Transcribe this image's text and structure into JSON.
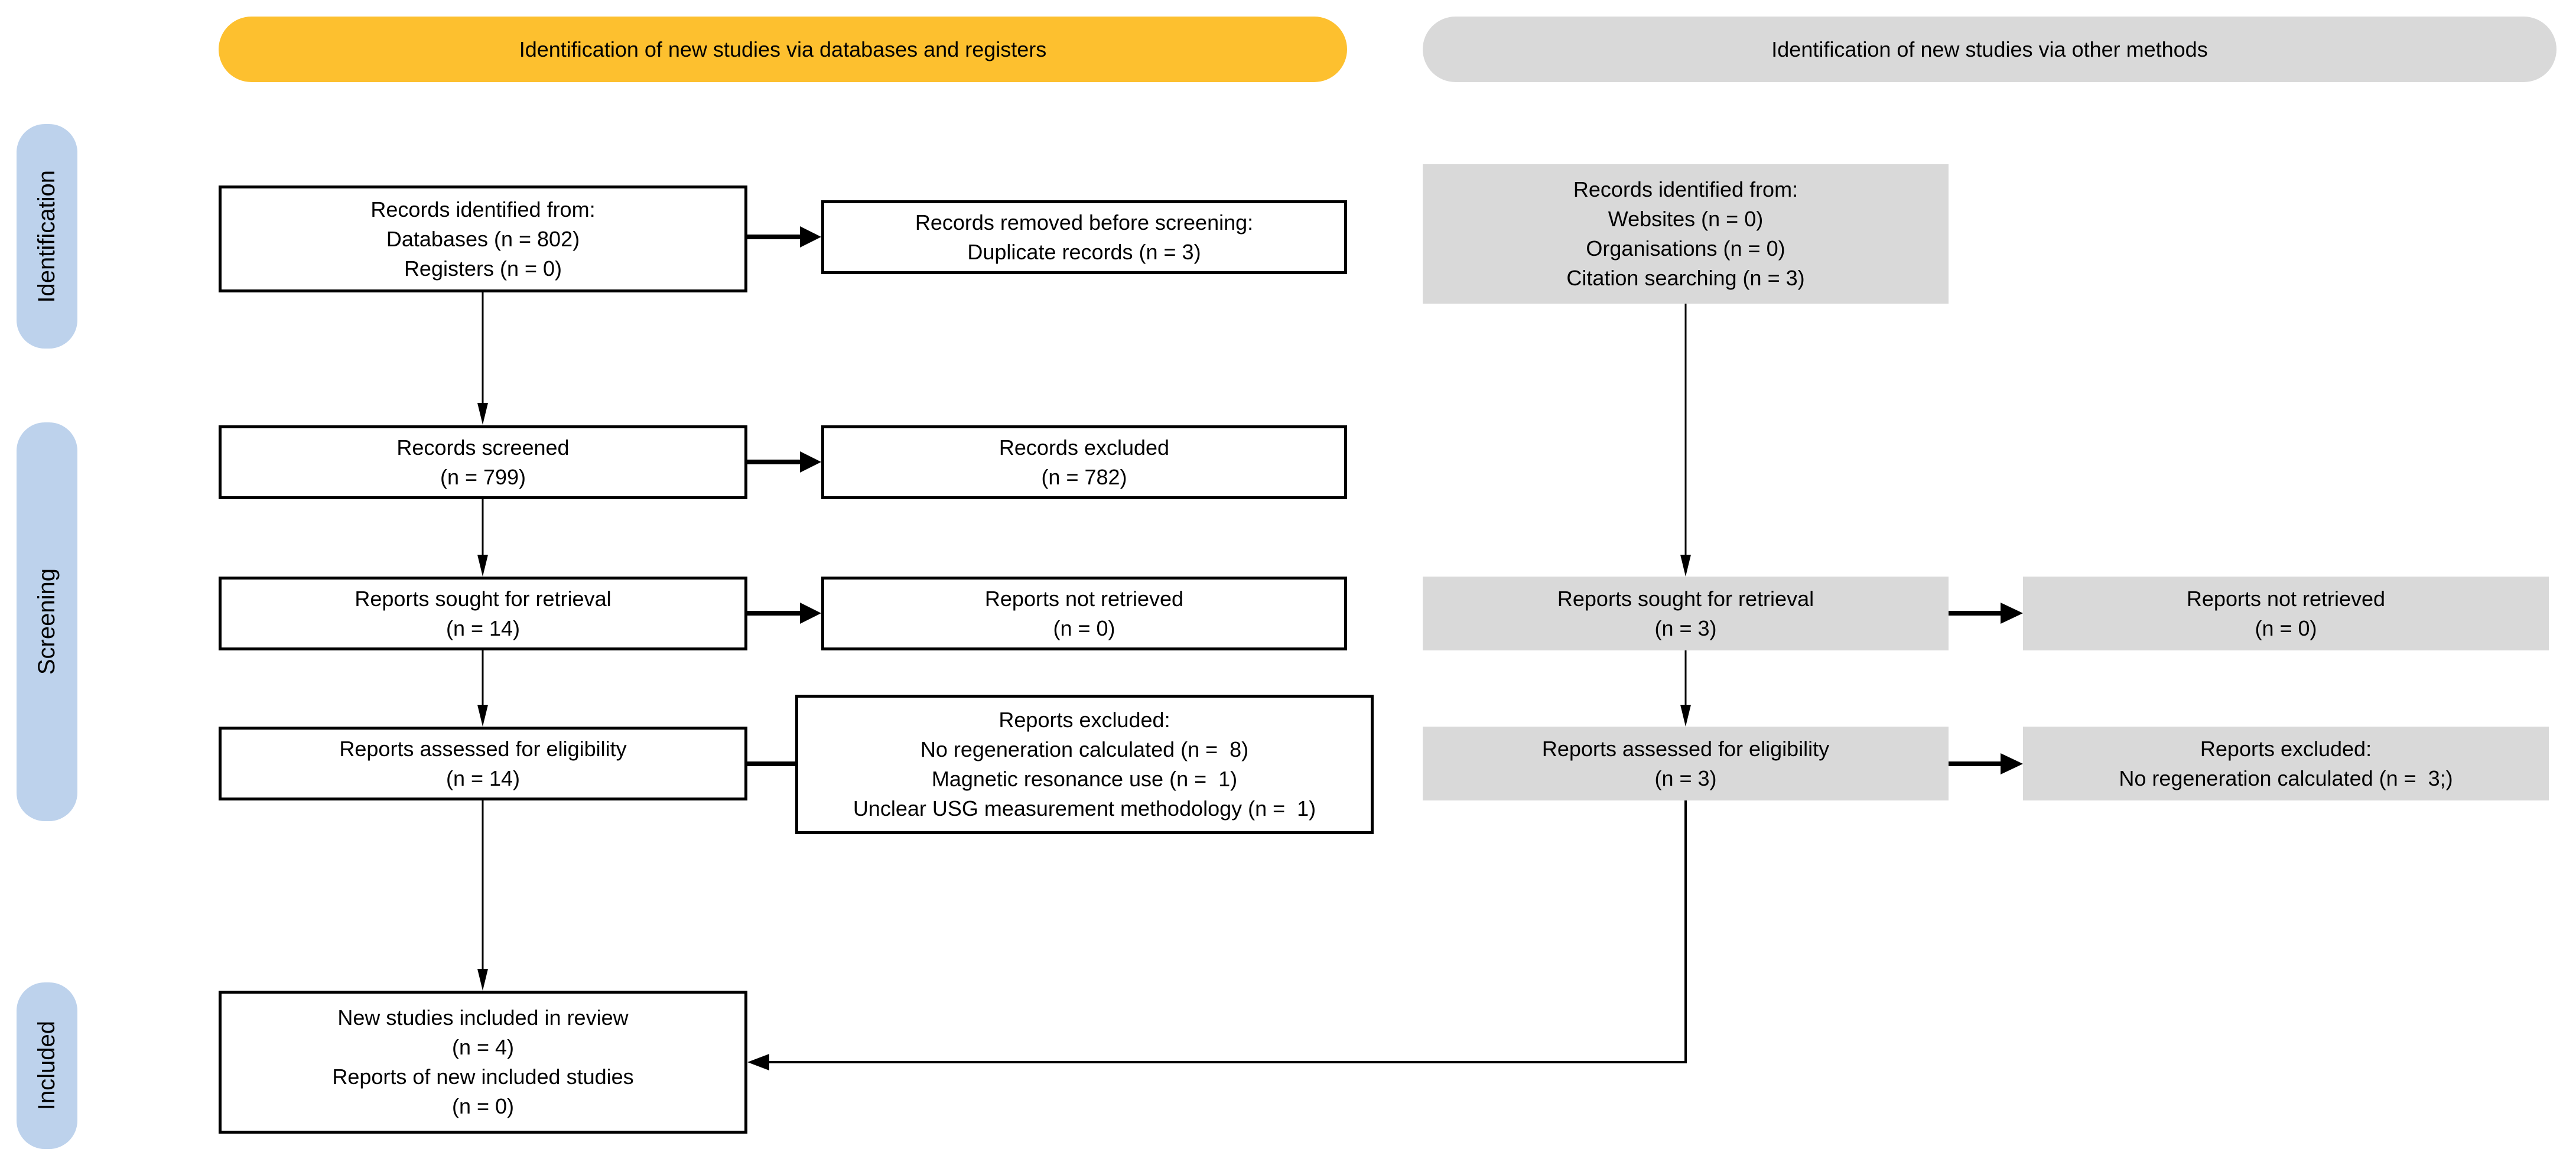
{
  "banners": {
    "databases": {
      "label": "Identification of new studies via databases and registers"
    },
    "other": {
      "label": "Identification of new studies via other methods"
    }
  },
  "side_labels": {
    "identification": "Identification",
    "screening": "Screening",
    "included": "Included"
  },
  "boxes": {
    "records_identified_db": {
      "text": "Records identified from:\nDatabases (n = 802)\nRegisters (n = 0)"
    },
    "records_removed": {
      "text": "Records removed before screening:\nDuplicate records (n = 3)"
    },
    "records_identified_other": {
      "text": "Records identified from:\nWebsites (n = 0)\nOrganisations (n = 0)\nCitation searching (n = 3)"
    },
    "records_screened": {
      "text": "Records screened\n(n = 799)"
    },
    "records_excluded": {
      "text": "Records excluded\n(n = 782)"
    },
    "reports_sought_db": {
      "text": "Reports sought for retrieval\n(n = 14)"
    },
    "reports_not_retrieved_db": {
      "text": "Reports not retrieved\n(n = 0)"
    },
    "reports_assessed_db": {
      "text": "Reports assessed for eligibility\n(n = 14)"
    },
    "reports_excluded_db": {
      "text": "Reports excluded:\nNo regeneration calculated (n =  8)\nMagnetic resonance use (n =  1)\nUnclear USG measurement methodology (n =  1)"
    },
    "reports_sought_other": {
      "text": "Reports sought for retrieval\n(n = 3)"
    },
    "reports_not_retrieved_other": {
      "text": "Reports not retrieved\n(n = 0)"
    },
    "reports_assessed_other": {
      "text": "Reports assessed for eligibility\n(n = 3)"
    },
    "reports_excluded_other": {
      "text": "Reports excluded:\nNo regeneration calculated (n =  3;)"
    },
    "new_studies_included": {
      "text": "New studies included in review\n(n = 4)\nReports of new included studies\n(n = 0)"
    }
  },
  "colors": {
    "banner_databases": "#FDC02F",
    "banner_other": "#D9D9D9",
    "side_label": "#BDD2EC",
    "box_gray": "#D9D9D9",
    "box_border": "#000000"
  }
}
